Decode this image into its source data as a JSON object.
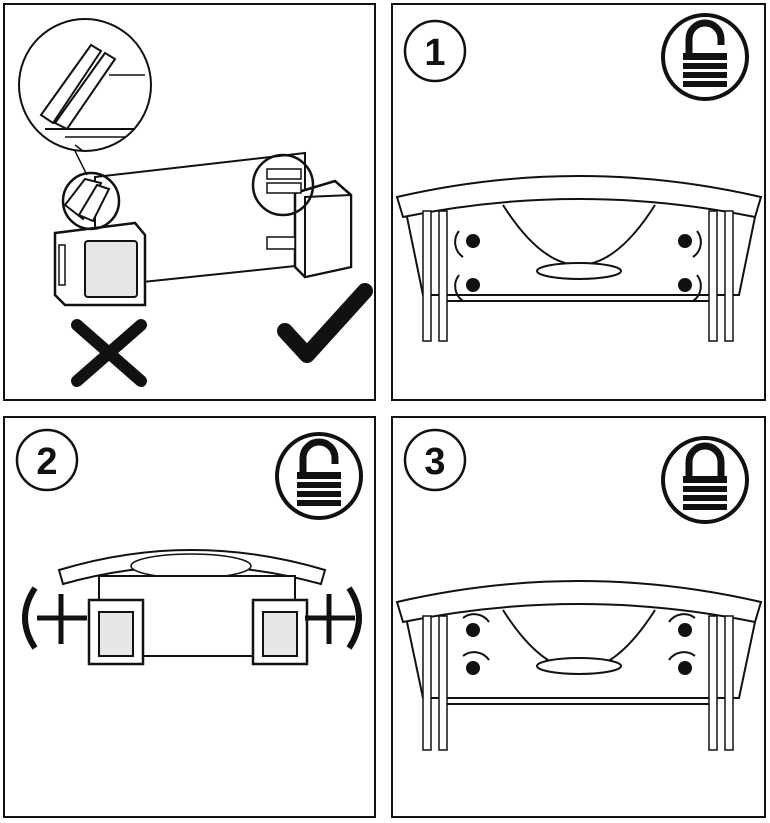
{
  "panels": [
    {
      "id": "panel-clamp-alignment",
      "step": "",
      "lock": "none",
      "marks": {
        "wrong": "cross-mark-icon",
        "right": "check-mark-icon"
      }
    },
    {
      "id": "panel-step-1",
      "step": "1",
      "lock": "unlocked-padlock-icon"
    },
    {
      "id": "panel-step-2",
      "step": "2",
      "lock": "unlocked-padlock-icon"
    },
    {
      "id": "panel-step-3",
      "step": "3",
      "lock": "locked-padlock-icon"
    }
  ],
  "colors": {
    "ink": "#111111",
    "paper": "#ffffff",
    "shade": "#e6e6e6"
  }
}
